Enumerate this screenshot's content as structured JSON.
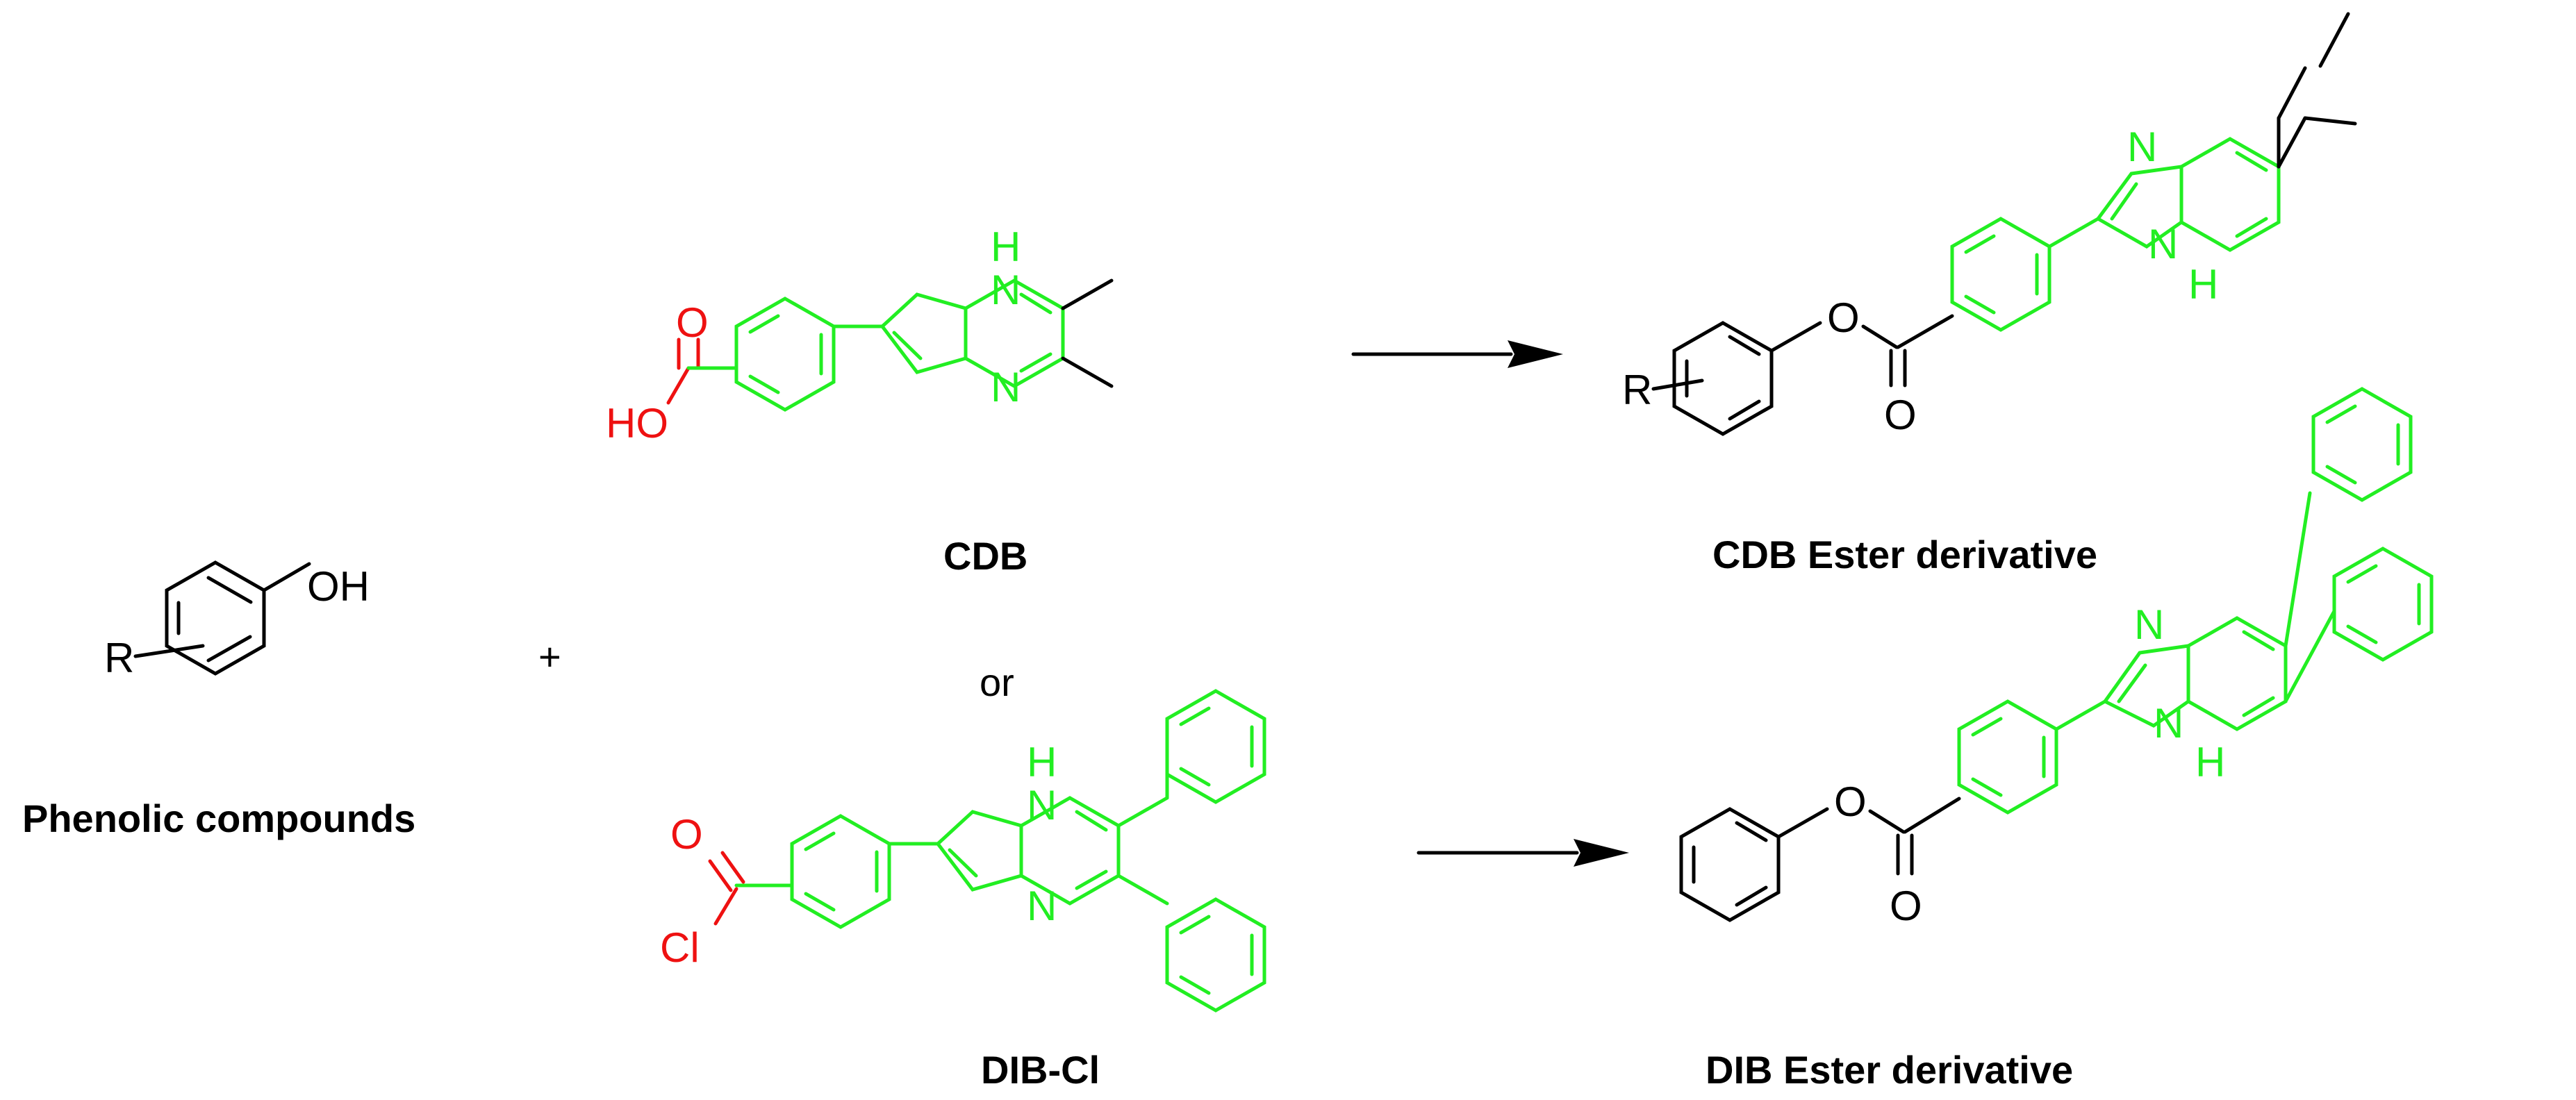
{
  "colors": {
    "ink": "#000000",
    "derivatization_moiety": "#22ee22",
    "reactive_group": "#ee1111"
  },
  "labels": {
    "phenolic": "Phenolic compounds",
    "cdb": "CDB",
    "dib_cl": "DIB-Cl",
    "cdb_ester": "CDB Ester derivative",
    "dib_ester": "DIB Ester derivative",
    "plus": "+",
    "or": "or"
  },
  "atoms": {
    "phenol_oh": "OH",
    "r_group": "R",
    "cdb_o": "O",
    "cdb_ho": "HO",
    "nh": "H",
    "n": "N",
    "dib_o": "O",
    "dib_cl": "Cl",
    "ester_o": "O"
  }
}
